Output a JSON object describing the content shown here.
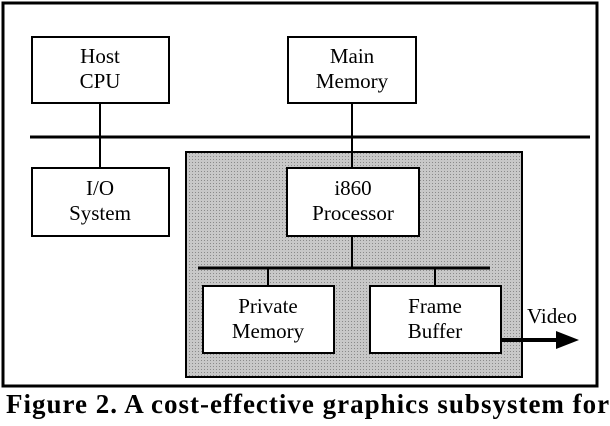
{
  "colors": {
    "shaded_region": "#c8c8c8",
    "line": "#000000",
    "box_fill": "#ffffff",
    "background": "#ffffff"
  },
  "boxes": {
    "host_cpu": {
      "line1": "Host",
      "line2": "CPU"
    },
    "main_memory": {
      "line1": "Main",
      "line2": "Memory"
    },
    "io_system": {
      "line1": "I/O",
      "line2": "System"
    },
    "i860_processor": {
      "line1": "i860",
      "line2": "Processor"
    },
    "private_memory": {
      "line1": "Private",
      "line2": "Memory"
    },
    "frame_buffer": {
      "line1": "Frame",
      "line2": "Buffer"
    }
  },
  "video_label": "Video",
  "caption": "Figure 2. A cost-effective graphics subsystem for"
}
